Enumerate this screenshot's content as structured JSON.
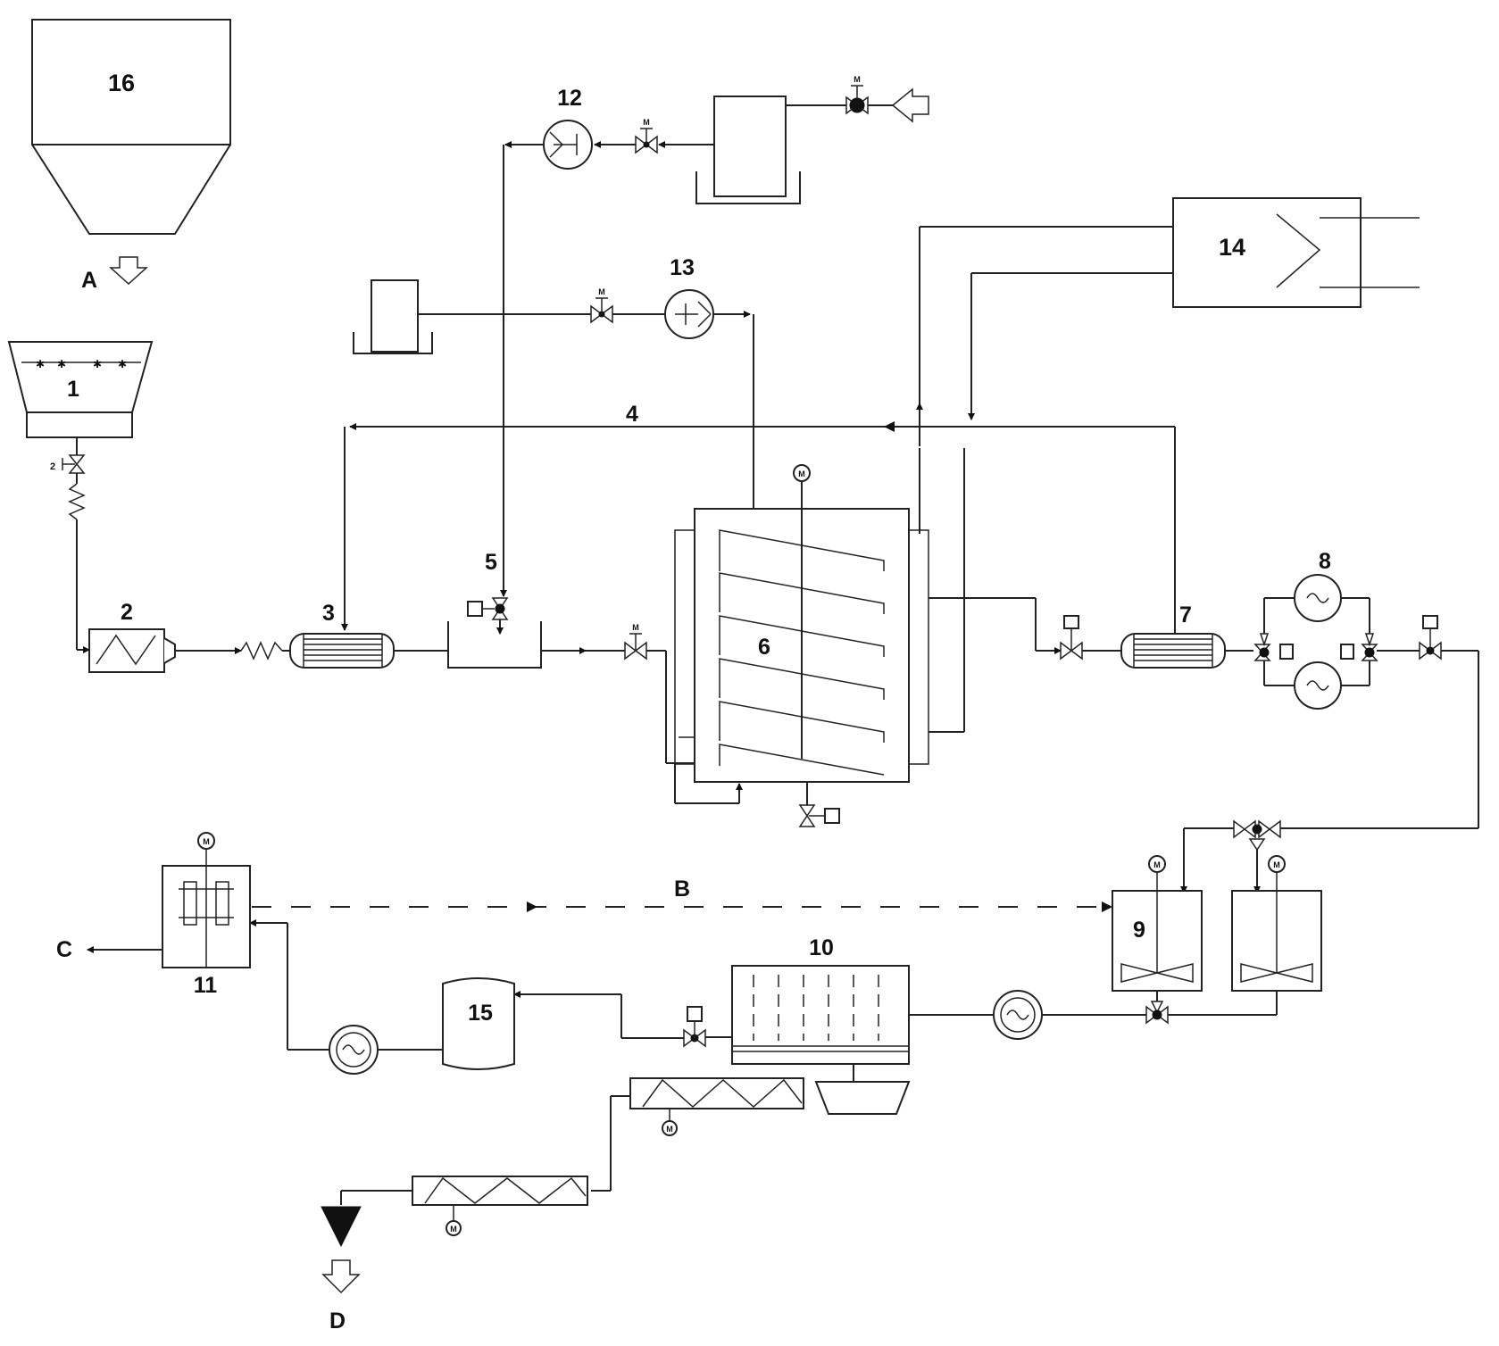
{
  "diagram": {
    "component_labels": {
      "hopper_16": "16",
      "tank_1": "1",
      "screw_2": "2",
      "exchanger_3": "3",
      "line_4": "4",
      "vessel_5": "5",
      "reactor_6": "6",
      "exchanger_7": "7",
      "pumps_8": "8",
      "tank_9": "9",
      "filter_10": "10",
      "unit_11": "11",
      "pump_12": "12",
      "pump_13": "13",
      "unit_14": "14",
      "tank_15": "15"
    },
    "stream_labels": {
      "A": "A",
      "B": "B",
      "C": "C",
      "D": "D"
    },
    "motor_symbol": "M",
    "valve_small_label": "2"
  }
}
